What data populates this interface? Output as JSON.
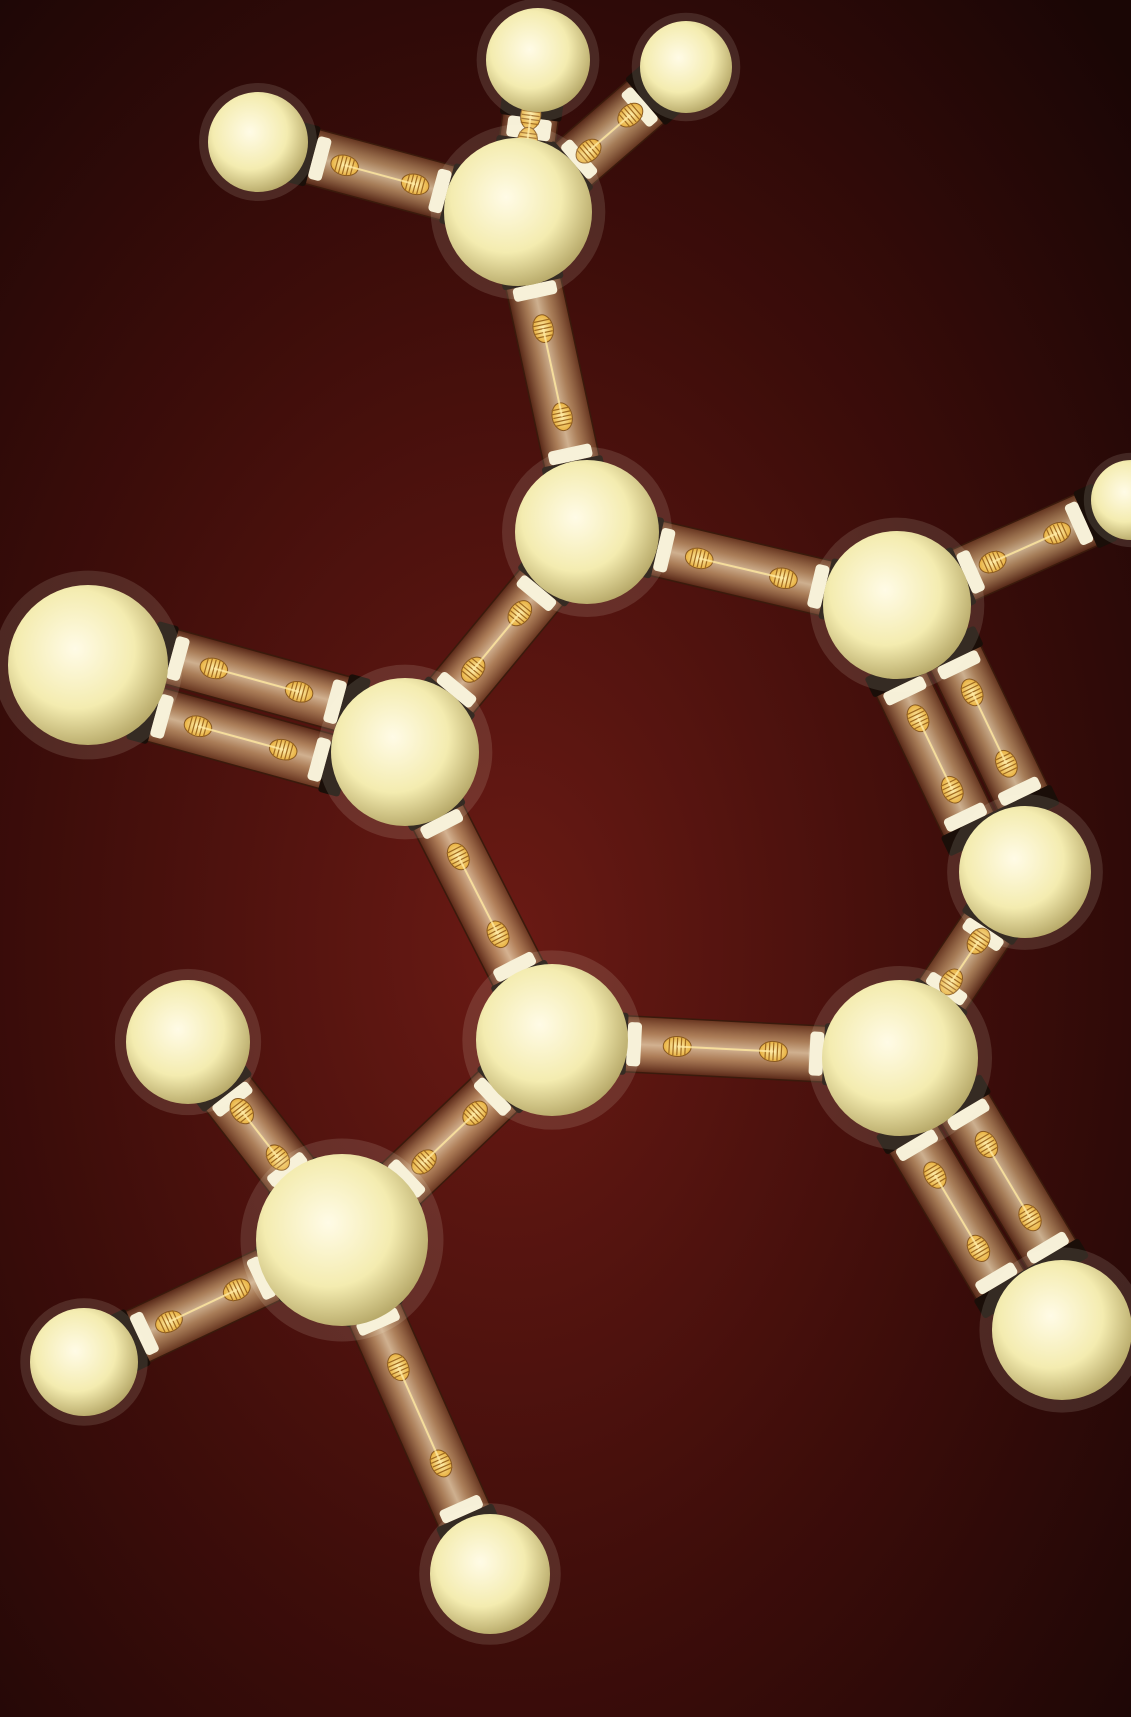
{
  "photo": {
    "subject": "molecular-model-light-bulb-sculpture",
    "colors": {
      "background_center": "#6a1a14",
      "background_mid": "#3d0d0a",
      "background_edge": "#1a0605",
      "bulb_core": "#fffbe6",
      "bulb_mid": "#f4ecb0",
      "bulb_edge": "#b8aa6a",
      "band": "#1a0e08",
      "tube_glass": "#c9a070",
      "filament": "#e8b040",
      "filament_core": "#fff0b0"
    },
    "atoms": [
      {
        "id": "a1",
        "label": "top-left-hydrogen"
      },
      {
        "id": "a2",
        "label": "top-hydrogen"
      },
      {
        "id": "a3",
        "label": "top-right-hydrogen"
      },
      {
        "id": "a4",
        "label": "methyl-carbon-top"
      },
      {
        "id": "a5",
        "label": "ring-carbon-upper"
      },
      {
        "id": "a6",
        "label": "ring-carbon-upper-right"
      },
      {
        "id": "a7",
        "label": "ring-carbon-left"
      },
      {
        "id": "a8",
        "label": "oxygen-left"
      },
      {
        "id": "a9",
        "label": "ring-carbon-lower"
      },
      {
        "id": "a10",
        "label": "ring-carbon-lower-right"
      },
      {
        "id": "a11",
        "label": "methyl-carbon-bottom"
      },
      {
        "id": "a12",
        "label": "bottom-upper-hydrogen"
      },
      {
        "id": "a13",
        "label": "bottom-left-hydrogen"
      },
      {
        "id": "a14",
        "label": "bottom-hydrogen"
      },
      {
        "id": "a15",
        "label": "right-edge-atom-middle"
      },
      {
        "id": "a16",
        "label": "right-edge-atom-bottom"
      },
      {
        "id": "a17",
        "label": "right-edge-atom-top"
      }
    ],
    "bonds": [
      {
        "from": "a1",
        "to": "a4",
        "order": 1
      },
      {
        "from": "a2",
        "to": "a4",
        "order": 1
      },
      {
        "from": "a3",
        "to": "a4",
        "order": 1
      },
      {
        "from": "a4",
        "to": "a5",
        "order": 1
      },
      {
        "from": "a5",
        "to": "a6",
        "order": 1
      },
      {
        "from": "a5",
        "to": "a7",
        "order": 1
      },
      {
        "from": "a7",
        "to": "a8",
        "order": 2
      },
      {
        "from": "a7",
        "to": "a9",
        "order": 1
      },
      {
        "from": "a9",
        "to": "a10",
        "order": 1
      },
      {
        "from": "a9",
        "to": "a11",
        "order": 1
      },
      {
        "from": "a11",
        "to": "a12",
        "order": 1
      },
      {
        "from": "a11",
        "to": "a13",
        "order": 1
      },
      {
        "from": "a11",
        "to": "a14",
        "order": 1
      },
      {
        "from": "a6",
        "to": "a15",
        "order": 2
      },
      {
        "from": "a10",
        "to": "a15",
        "order": 1
      },
      {
        "from": "a10",
        "to": "a16",
        "order": 2
      },
      {
        "from": "a6",
        "to": "a17",
        "order": 1
      }
    ]
  }
}
